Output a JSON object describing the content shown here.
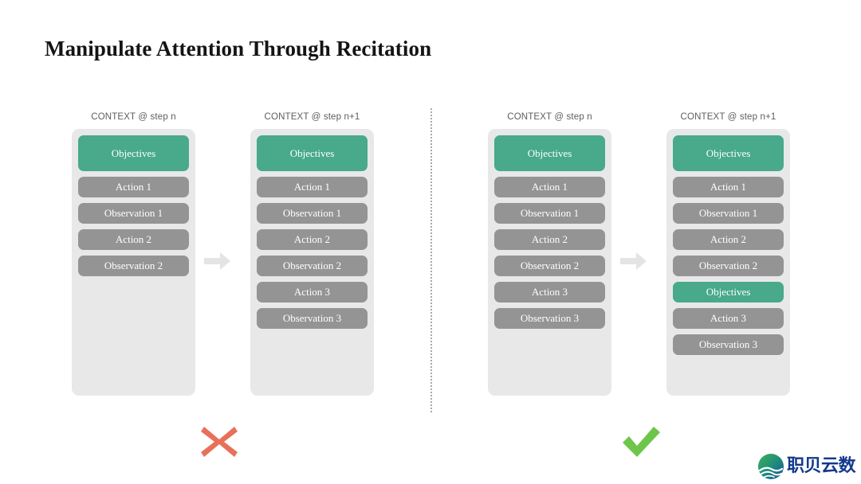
{
  "title": "Manipulate Attention Through Recitation",
  "colors": {
    "background": "#ffffff",
    "title": "#141414",
    "chip_green": "#48a98b",
    "chip_gray": "#949494",
    "context_bg": "#e8e8e8",
    "header_text": "#5d5d5d",
    "arrow": "#e4e4e4",
    "divider": "#a8a8a8",
    "cross": "#e8705a",
    "check": "#6dc64a",
    "logo_text": "#13398c",
    "logo_mark_green": "#2fa05f",
    "logo_mark_blue": "#1b62a8"
  },
  "panels": [
    {
      "name": "bad-example",
      "verdict": "cross",
      "verdict_glyph": "✖",
      "columns": [
        {
          "header": "CONTEXT @ step n",
          "chips": [
            {
              "label": "Objectives",
              "style": "green"
            },
            {
              "label": "Action 1",
              "style": "gray"
            },
            {
              "label": "Observation 1",
              "style": "gray"
            },
            {
              "label": "Action 2",
              "style": "gray"
            },
            {
              "label": "Observation 2",
              "style": "gray"
            }
          ]
        },
        {
          "header": "CONTEXT @ step n+1",
          "chips": [
            {
              "label": "Objectives",
              "style": "green"
            },
            {
              "label": "Action 1",
              "style": "gray"
            },
            {
              "label": "Observation 1",
              "style": "gray"
            },
            {
              "label": "Action 2",
              "style": "gray"
            },
            {
              "label": "Observation 2",
              "style": "gray"
            },
            {
              "label": "Action 3",
              "style": "gray"
            },
            {
              "label": "Observation 3",
              "style": "gray"
            }
          ]
        }
      ]
    },
    {
      "name": "good-example",
      "verdict": "check",
      "verdict_glyph": "✔",
      "columns": [
        {
          "header": "CONTEXT @ step n",
          "chips": [
            {
              "label": "Objectives",
              "style": "green"
            },
            {
              "label": "Action 1",
              "style": "gray"
            },
            {
              "label": "Observation 1",
              "style": "gray"
            },
            {
              "label": "Action 2",
              "style": "gray"
            },
            {
              "label": "Observation 2",
              "style": "gray"
            },
            {
              "label": "Action 3",
              "style": "gray"
            },
            {
              "label": "Observation 3",
              "style": "gray"
            }
          ]
        },
        {
          "header": "CONTEXT @ step n+1",
          "chips": [
            {
              "label": "Objectives",
              "style": "green"
            },
            {
              "label": "Action 1",
              "style": "gray"
            },
            {
              "label": "Observation 1",
              "style": "gray"
            },
            {
              "label": "Action 2",
              "style": "gray"
            },
            {
              "label": "Observation 2",
              "style": "gray"
            },
            {
              "label": "Objectives",
              "style": "green"
            },
            {
              "label": "Action 3",
              "style": "gray"
            },
            {
              "label": "Observation 3",
              "style": "gray"
            }
          ]
        }
      ]
    }
  ],
  "logo": {
    "text": "职贝云数",
    "mark_name": "wave-circle-logo-icon"
  }
}
